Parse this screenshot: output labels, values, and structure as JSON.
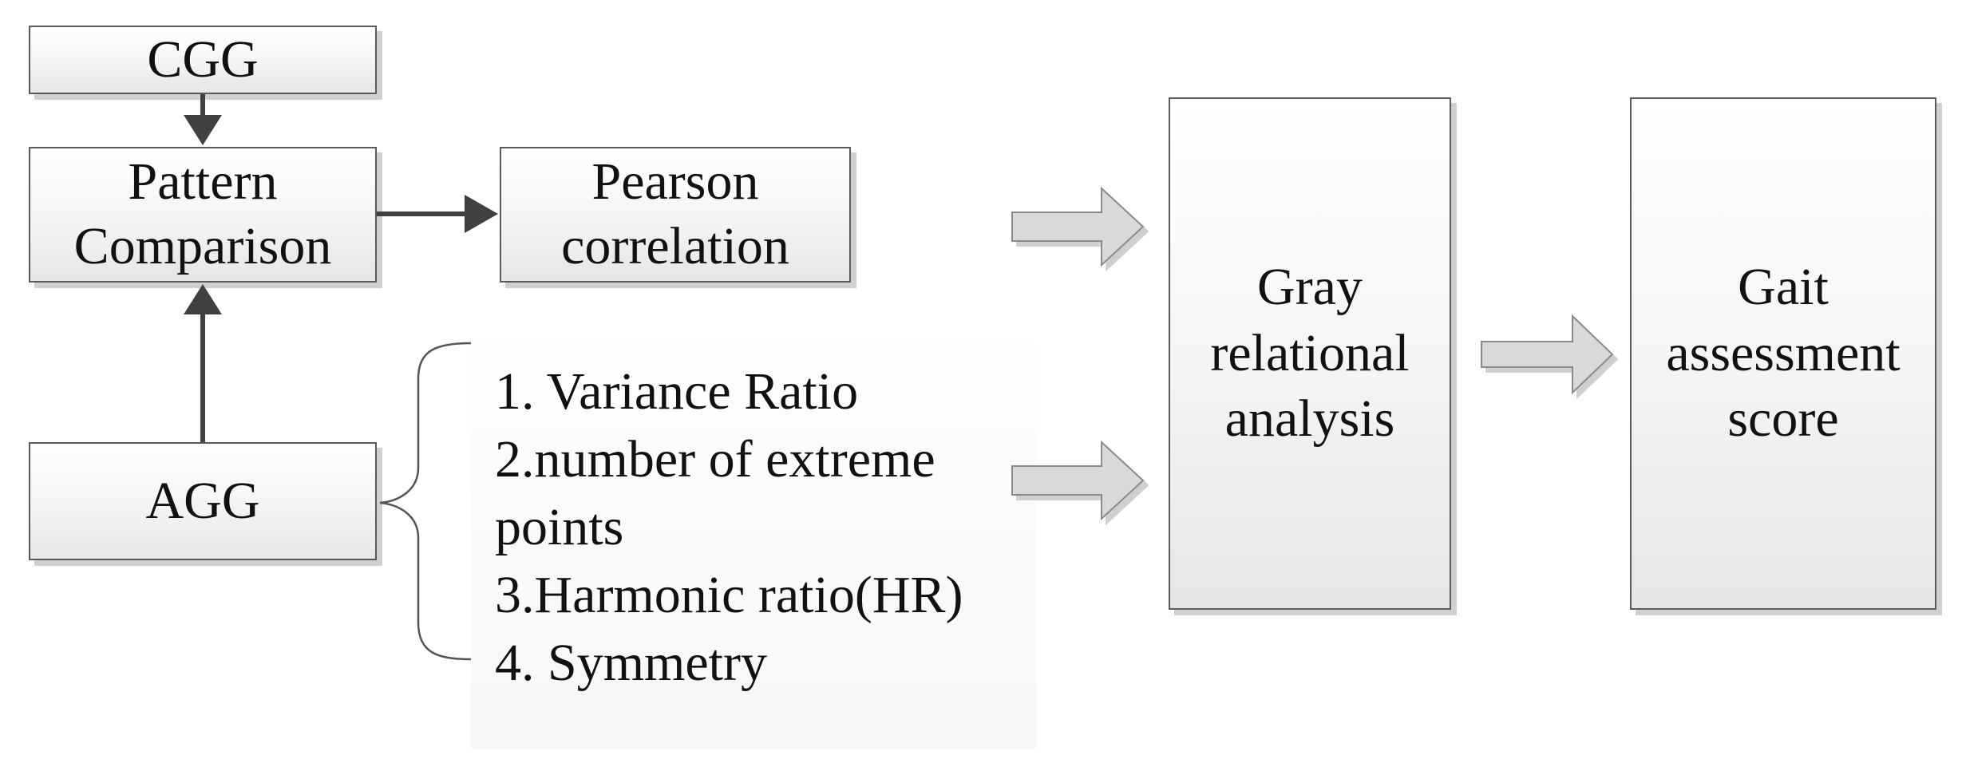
{
  "nodes": {
    "cgg": "CGG",
    "pattern_comparison": [
      "Pattern",
      "Comparison"
    ],
    "pearson": [
      "Pearson",
      "correlation"
    ],
    "agg": "AGG",
    "gray": [
      "Gray",
      "relational",
      "analysis"
    ],
    "gait": [
      "Gait",
      "assessment",
      "score"
    ]
  },
  "metrics": [
    "1. Variance Ratio",
    "2.number of extreme",
    "points",
    "3.Harmonic ratio(HR)",
    "4. Symmetry"
  ],
  "colors": {
    "box_border": "#5a5a5a",
    "arrow_dark": "#404040",
    "block_arrow_fill": "#d9d9d9",
    "block_arrow_stroke": "#8a8a8a",
    "shadow": "#d0d0d0"
  }
}
